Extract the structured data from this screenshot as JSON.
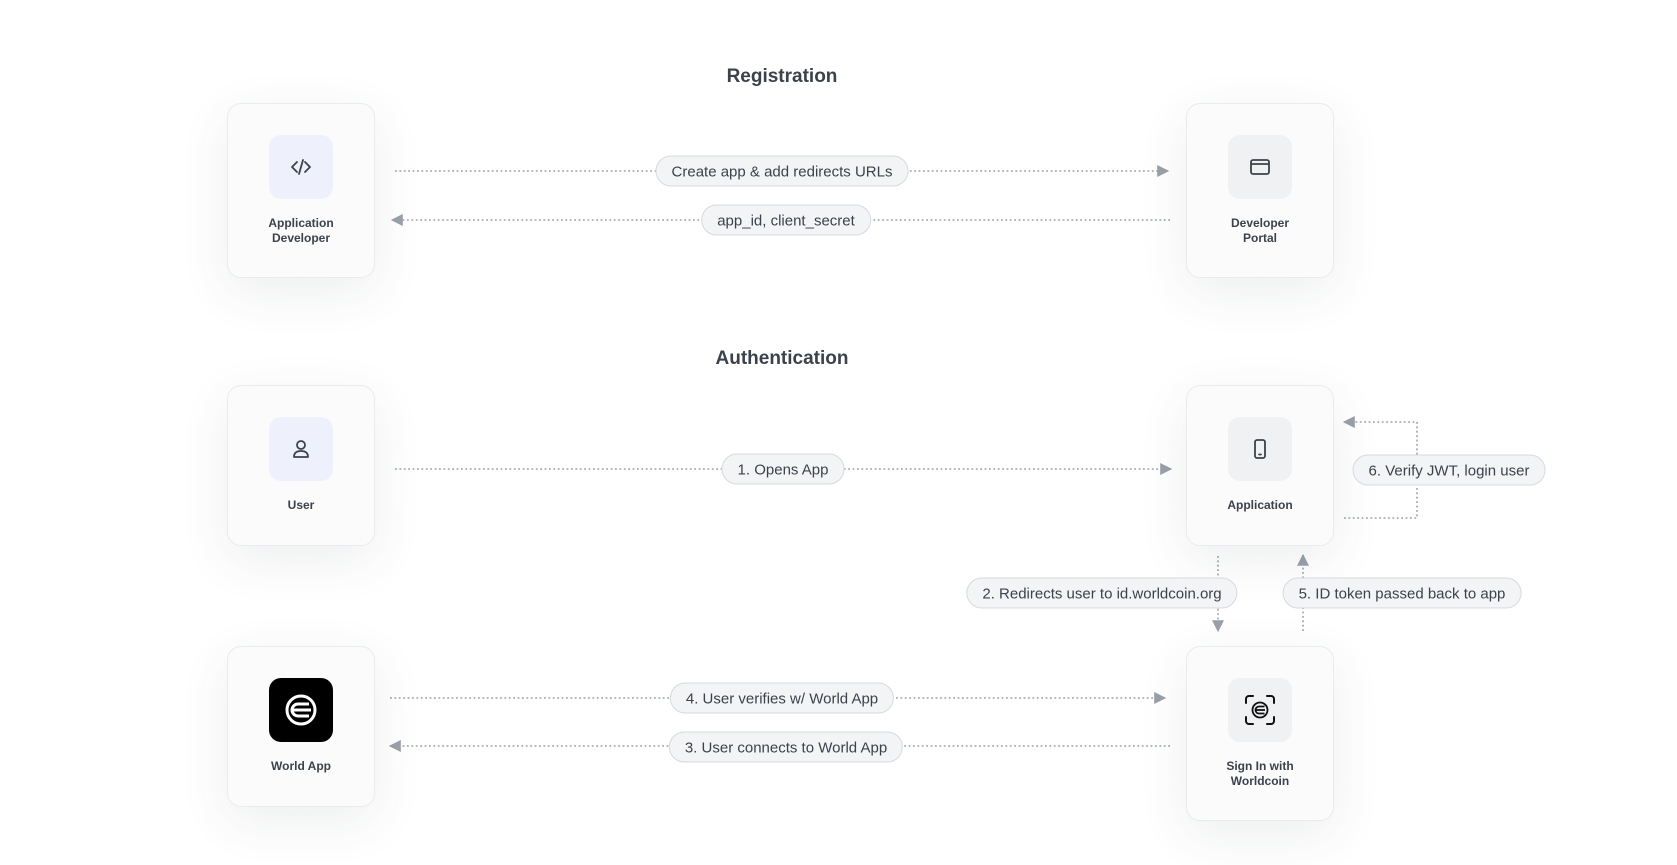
{
  "sections": {
    "registration": "Registration",
    "authentication": "Authentication"
  },
  "nodes": {
    "app_developer": {
      "label": "Application\nDeveloper",
      "icon": "code-icon"
    },
    "developer_portal": {
      "label": "Developer\nPortal",
      "icon": "browser-window-icon"
    },
    "user": {
      "label": "User",
      "icon": "user-icon"
    },
    "application": {
      "label": "Application",
      "icon": "phone-icon"
    },
    "world_app": {
      "label": "World App",
      "icon": "worldcoin-logo-icon"
    },
    "sign_in": {
      "label": "Sign In with\nWorldcoin",
      "icon": "scan-worldcoin-icon"
    }
  },
  "edges": {
    "create_app": "Create app & add redirects URLs",
    "credentials": "app_id, client_secret",
    "opens_app": "1. Opens App",
    "redirects": "2. Redirects user to id.worldcoin.org",
    "connects": "3. User connects to World App",
    "verifies": "4. User verifies w/ World App",
    "token_back": "5. ID token passed back to app",
    "verify_jwt": "6. Verify JWT, login user"
  },
  "colors": {
    "connector": "#9aa0a9",
    "node_bg": "#fbfbfc",
    "pill_bg": "#f3f4f6",
    "text": "#3c424b"
  }
}
